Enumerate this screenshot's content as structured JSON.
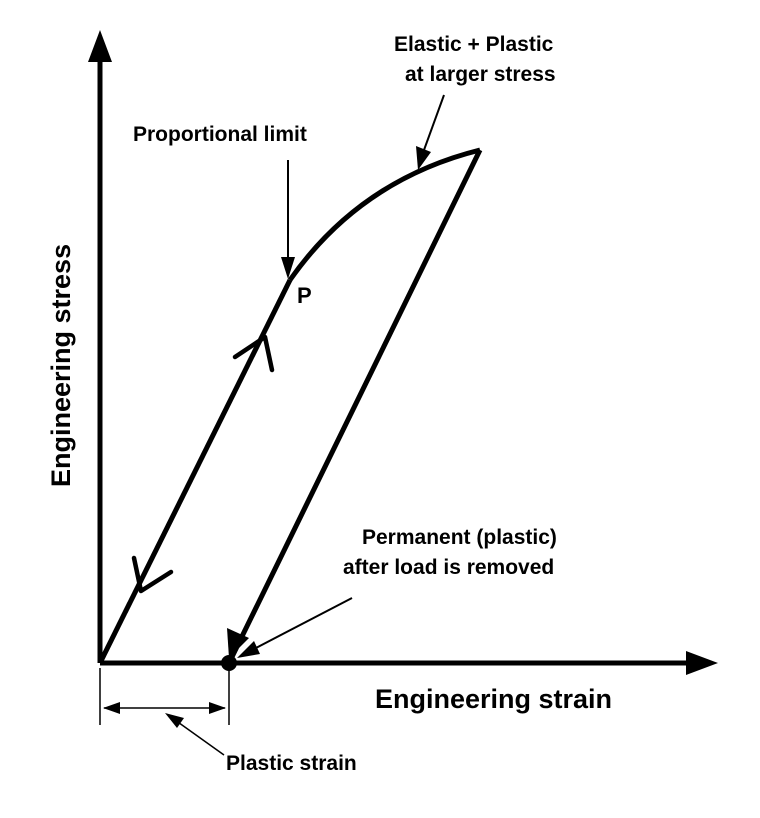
{
  "diagram": {
    "y_axis_label": "Engineering stress",
    "x_axis_label": "Engineering strain",
    "point_label": "P",
    "proportional_limit_label": "Proportional limit",
    "elastic_plastic_line1": "Elastic + Plastic",
    "elastic_plastic_line2": "at larger stress",
    "permanent_line1": "Permanent (plastic)",
    "permanent_line2": "after load is removed",
    "plastic_strain_label": "Plastic strain"
  },
  "colors": {
    "ink": "#000000",
    "background": "#ffffff"
  }
}
